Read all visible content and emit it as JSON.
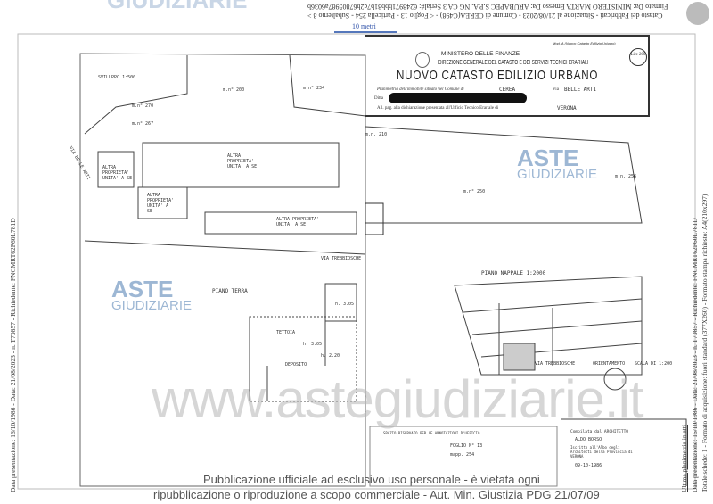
{
  "header": {
    "line1": "Firmato Da: MINISTERO MARTA Emesso Da: ARUBAPEC S.P.A. NG CA 3 Serial#: 6248971bbb81b7c2b67805987a6036b",
    "line2": "Catasto dei Fabbricati - Situazione al 21/08/2023 - Comune di CEREA(C498) - < Foglio 13 - Particella 254 - Subalterno 8 >",
    "scale_label": "10 metri",
    "top_logo": "GIUDIZIARIE"
  },
  "form": {
    "ministry": "MINISTERO DELLE FINANZE",
    "direction": "DIREZIONE GENERALE DEL CATASTO E DEI SERVIZI TECNICI ERARIALI",
    "title": "NUOVO CATASTO EDILIZIO URBANO",
    "stamp": "Lire 200",
    "model": "Mod. A (Nuovo Catasto Edilizio Urbano)",
    "comune_label": "Planimetria dell'immobile situato nel Comune di",
    "comune": "CEREA",
    "via_label": "Via",
    "via": "BELLE ARTI",
    "ditta_label": "Ditta",
    "ufficio_label": "All. pag. alla dichiarazione presentata all'Ufficio Tecnico Erariale di",
    "ufficio": "VERONA"
  },
  "plan": {
    "labels": [
      "SVILUPPO 1:500",
      "m.n° 200",
      "m.n° 234",
      "m.n° 270",
      "m.n° 267",
      "m.n. 210",
      "m.n° 250",
      "m.n. 256",
      "VIA BELLE ARTI",
      "ALTRA PROPRIETA' UNITA' A SE",
      "ALTRA PROPRIETA' UNITA' A SE",
      "ALTRA PROPRIETA' UNITA' A SE",
      "ALTRA PROPRIETA' UNITA' A SE",
      "VIA TREBBIOSCHE",
      "PIANO TERRA",
      "TETTOIA",
      "DEPOSITO",
      "h. 3.05",
      "h. 3.05",
      "h. 2.20",
      "PIANO NAPPALE 1:2000",
      "VIA TREBBIOSCHE",
      "ORIENTAMENTO",
      "SCALA DI 1:200"
    ]
  },
  "footer": {
    "annotations": "SPAZIO RISERVATO PER LE ANNOTAZIONI D'UFFICIO",
    "foglio": "FOGLIO N° 13",
    "mappale": "mapp. 254",
    "compilata": "Compilata dal ARCHITETTO",
    "architect": "ALDO BORSO",
    "iscritto": "Iscritto all'Albo degli Architetti della Provincia di VERONA",
    "date": "09-10-1986"
  },
  "watermark": {
    "site": "www.astegiudiziarie.it",
    "logo_aste": "ASTE",
    "logo_giud": "GIUDIZIARIE",
    "notice1": "Pubblicazione ufficiale ad esclusivo uso personale - è vietata ogni",
    "notice2": "ripubblicazione o riproduzione a scopo commerciale - Aut. Min. Giustizia PDG 21/07/09"
  },
  "side": {
    "left": "Data presentazione: 16/10/1986 - Data: 21/08/2023 - n. T70857 - Richiedente: FNCMRT62P60L781D",
    "right1": "Ultima planimetria in atti",
    "right2": "Data presentazione: 16/10/1986 - Data: 21/08/2023 - n. T70857 - Richiedente: FNCMRT62P60L781D",
    "right3": "Totale schede: 1 - Formato di acquisizione: fuori standard (377X260) - Formato stampa richiesto: A4(210x297)"
  }
}
